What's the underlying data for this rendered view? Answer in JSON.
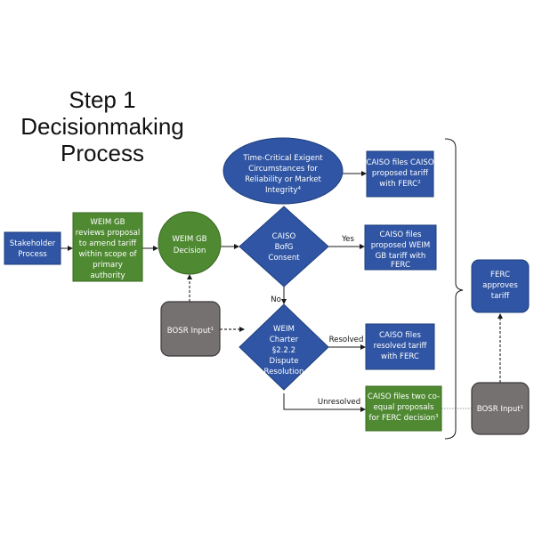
{
  "title": {
    "lines": [
      "Step 1",
      "Decisionmaking",
      "Process"
    ]
  },
  "colors": {
    "blue_node": "#2f55a4",
    "green_node": "#4f8a32",
    "gray_node": "#767171"
  },
  "nodes": {
    "stakeholder": {
      "lines": [
        "Stakeholder",
        "Process"
      ]
    },
    "weim_review": {
      "lines": [
        "WEIM GB",
        "reviews proposal",
        "to amend tariff",
        "within scope of",
        "primary",
        "authority"
      ]
    },
    "weim_decision": {
      "lines": [
        "WEIM GB",
        "Decision"
      ]
    },
    "time_critical": {
      "lines": [
        "Time-Critical Exigent",
        "Circumstances for",
        "Reliability or Market",
        "Integrity"
      ],
      "footnote": "4"
    },
    "caiso_files_caiso": {
      "lines": [
        "CAISO files CAISO",
        "proposed tariff",
        "with FERC"
      ],
      "footnote": "2"
    },
    "bofg_consent": {
      "lines": [
        "CAISO",
        "BofG",
        "Consent"
      ]
    },
    "caiso_files_weim": {
      "lines": [
        "CAISO files",
        "proposed WEIM",
        "GB tariff with",
        "FERC"
      ]
    },
    "bosr_left": {
      "text": "BOSR Input",
      "footnote": "1"
    },
    "weim_charter": {
      "lines": [
        "WEIM",
        "Charter",
        "§2.2.2",
        "Dispute",
        "Resolution"
      ]
    },
    "caiso_files_resolved": {
      "lines": [
        "CAISO files",
        "resolved tariff",
        "with FERC"
      ]
    },
    "caiso_files_two": {
      "lines": [
        "CAISO files two co-",
        "equal proposals",
        "for FERC decision"
      ],
      "footnote": "3"
    },
    "ferc_approves": {
      "lines": [
        "FERC",
        "approves",
        "tariff"
      ]
    },
    "bosr_right": {
      "text": "BOSR Input",
      "footnote": "1"
    }
  },
  "edge_labels": {
    "yes": "Yes",
    "no": "No",
    "resolved": "Resolved",
    "unresolved": "Unresolved"
  }
}
